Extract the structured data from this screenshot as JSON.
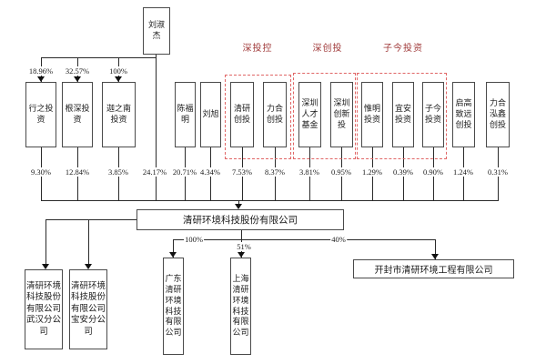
{
  "colors": {
    "line": "#2a2a2a",
    "dashed_group_border": "#e06666",
    "group_label_color": "#a03a3a",
    "box_border": "#4a4a4a"
  },
  "root": {
    "name": "刘淑杰",
    "direct_pct": "24.17%"
  },
  "group_labels": [
    {
      "label": "深投控"
    },
    {
      "label": "深创投"
    },
    {
      "label": "子今投资"
    }
  ],
  "top_holdings": [
    {
      "pct": "18.96%"
    },
    {
      "pct": "32.57%"
    },
    {
      "pct": "100%"
    }
  ],
  "shareholders": [
    {
      "name": "行之投资",
      "pct": "9.30%"
    },
    {
      "name": "根深投资",
      "pct": "12.84%"
    },
    {
      "name": "迦之南投资",
      "pct": "3.85%"
    },
    {
      "name": "陈福明",
      "pct": "20.71%"
    },
    {
      "name": "刘旭",
      "pct": "4.34%"
    },
    {
      "name": "清研创投",
      "pct": "7.53%"
    },
    {
      "name": "力合创投",
      "pct": "8.37%"
    },
    {
      "name": "深圳人才基金",
      "pct": "3.81%"
    },
    {
      "name": "深圳创新投",
      "pct": "0.95%"
    },
    {
      "name": "惟明投资",
      "pct": "1.29%"
    },
    {
      "name": "宜安投资",
      "pct": "0.39%"
    },
    {
      "name": "子今投资",
      "pct": "0.90%"
    },
    {
      "name": "启高致远创投",
      "pct": "1.24%"
    },
    {
      "name": "力合泓鑫创投",
      "pct": "0.31%"
    }
  ],
  "company": {
    "name": "清研环境科技股份有限公司"
  },
  "branches": [
    {
      "name": "清研环境科技股份有限公司武汉分公司"
    },
    {
      "name": "清研环境科技股份有限公司宝安分公司"
    }
  ],
  "subsidiaries": [
    {
      "name": "广东清研环境科技有限公司",
      "pct": "100%"
    },
    {
      "name": "上海清研环境科技有限公司",
      "pct": "51%"
    },
    {
      "name": "开封市清研环境工程有限公司",
      "pct": "40%"
    }
  ]
}
